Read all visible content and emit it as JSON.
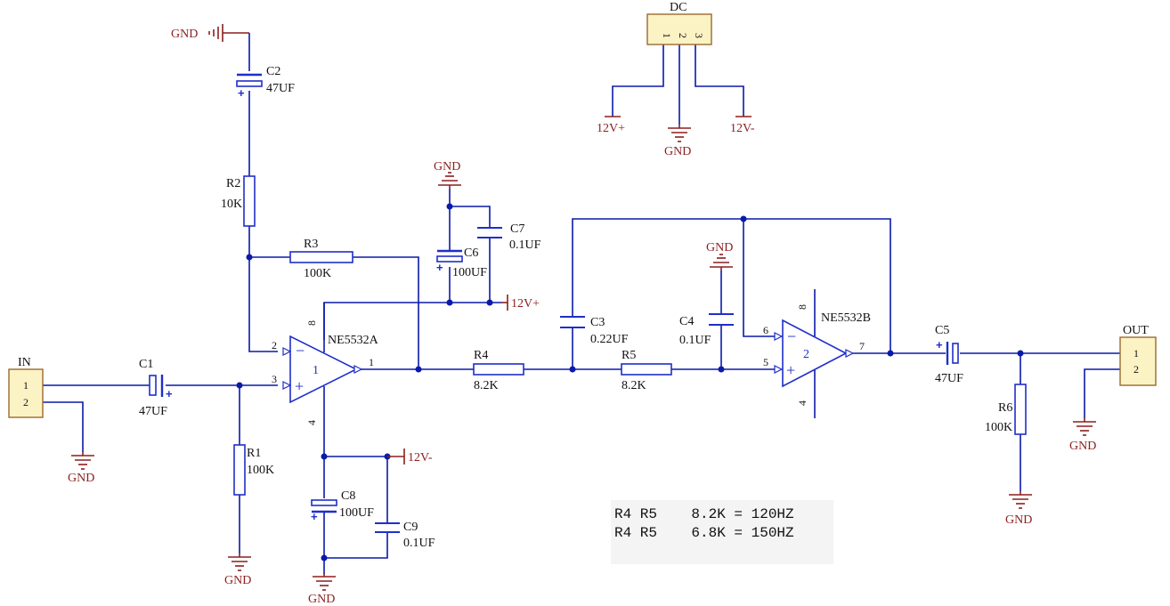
{
  "connectors": {
    "in": {
      "name": "IN",
      "pins": [
        "1",
        "2"
      ]
    },
    "out": {
      "name": "OUT",
      "pins": [
        "1",
        "2"
      ]
    },
    "dc": {
      "name": "DC",
      "pins": [
        "1",
        "2",
        "3"
      ]
    }
  },
  "power": {
    "gnd": "GND",
    "v_pos": "12V+",
    "v_neg": "12V-"
  },
  "resistors": {
    "r1": {
      "ref": "R1",
      "value": "100K"
    },
    "r2": {
      "ref": "R2",
      "value": "10K"
    },
    "r3": {
      "ref": "R3",
      "value": "100K"
    },
    "r4": {
      "ref": "R4",
      "value": "8.2K"
    },
    "r5": {
      "ref": "R5",
      "value": "8.2K"
    },
    "r6": {
      "ref": "R6",
      "value": "100K"
    }
  },
  "capacitors": {
    "c1": {
      "ref": "C1",
      "value": "47UF"
    },
    "c2": {
      "ref": "C2",
      "value": "47UF"
    },
    "c3": {
      "ref": "C3",
      "value": "0.22UF"
    },
    "c4": {
      "ref": "C4",
      "value": "0.1UF"
    },
    "c5": {
      "ref": "C5",
      "value": "47UF"
    },
    "c6": {
      "ref": "C6",
      "value": "100UF"
    },
    "c7": {
      "ref": "C7",
      "value": "0.1UF"
    },
    "c8": {
      "ref": "C8",
      "value": "100UF"
    },
    "c9": {
      "ref": "C9",
      "value": "0.1UF"
    }
  },
  "opamps": {
    "u1a": {
      "name": "NE5532A",
      "unit": "1",
      "pins": {
        "inv": "2",
        "noninv": "3",
        "out": "1",
        "vpos": "8",
        "vneg": "4"
      },
      "minus": "−",
      "plus": "+"
    },
    "u1b": {
      "name": "NE5532B",
      "unit": "2",
      "pins": {
        "inv": "6",
        "noninv": "5",
        "out": "7",
        "vpos": "8",
        "vneg": "4"
      },
      "minus": "−",
      "plus": "+"
    }
  },
  "polarity_mark": "+",
  "notes": [
    "R4 R5    8.2K = 120HZ",
    "R4 R5    6.8K = 150HZ"
  ]
}
